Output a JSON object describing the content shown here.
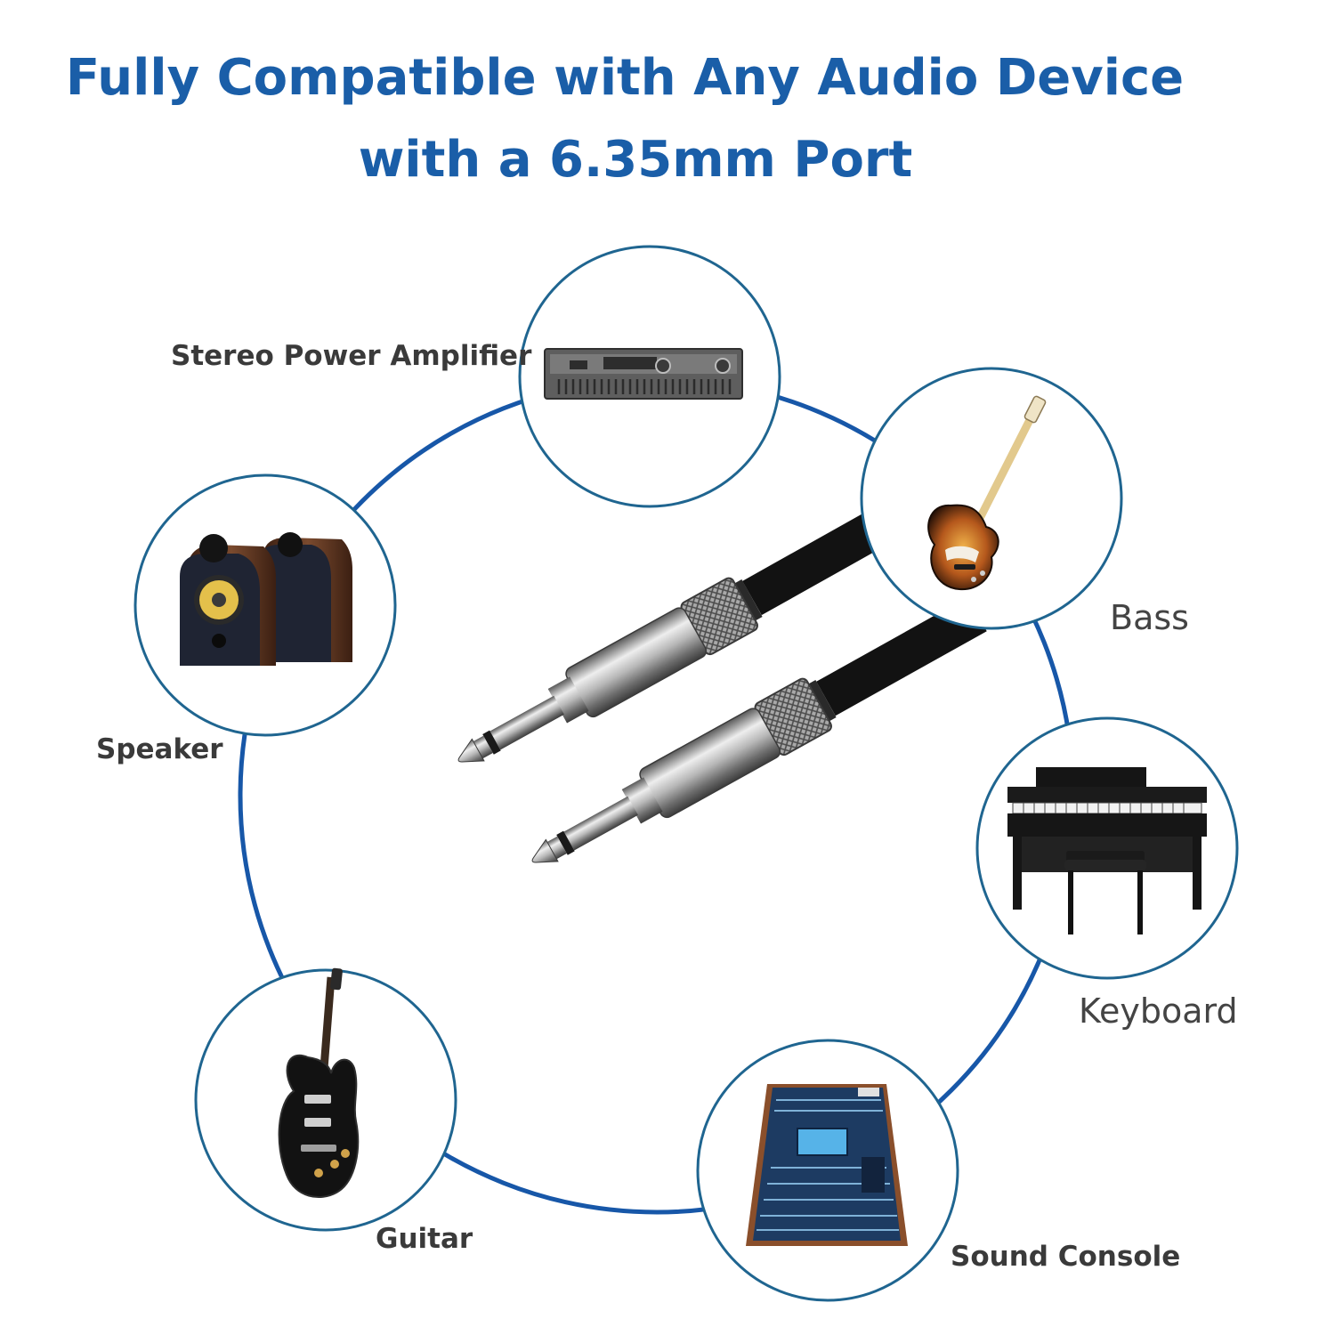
{
  "headline": {
    "line1": "Fully Compatible with Any Audio Device",
    "line2": "with a 6.35mm Port"
  },
  "devices": {
    "amplifier": "Stereo Power Amplifier",
    "bass": "Bass",
    "speaker": "Speaker",
    "keyboard": "Keyboard",
    "guitar": "Guitar",
    "console": "Sound Console"
  },
  "colors": {
    "headline": "#1a5ea8",
    "ring": "#1757a8",
    "circle_border": "#1f6590",
    "label_text": "#3a3a3a"
  },
  "icons": {
    "product": "mono-6.35mm-jack-cable",
    "amplifier": "rack-amplifier-icon",
    "bass": "bass-guitar-icon",
    "speaker": "bookshelf-speakers-icon",
    "keyboard": "digital-piano-icon",
    "guitar": "electric-guitar-icon",
    "console": "mixing-console-icon"
  }
}
